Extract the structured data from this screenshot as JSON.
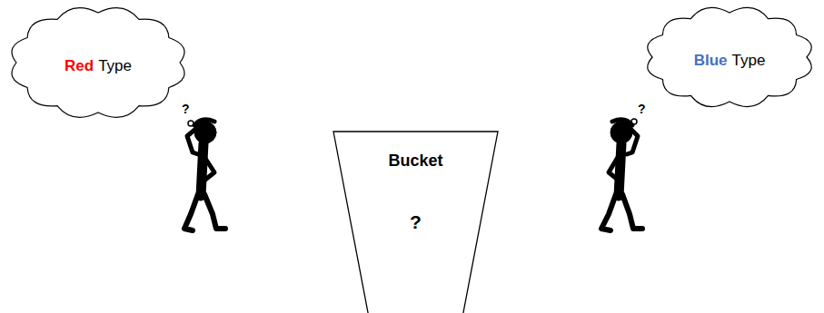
{
  "diagram": {
    "nodes": [
      {
        "text": [
          "Red",
          "Type"
        ]
      },
      {
        "text": [
          "Blue",
          "Type"
        ]
      },
      {
        "text": [
          "Bucket",
          "?"
        ]
      }
    ],
    "labels": [
      "?",
      "?"
    ]
  }
}
